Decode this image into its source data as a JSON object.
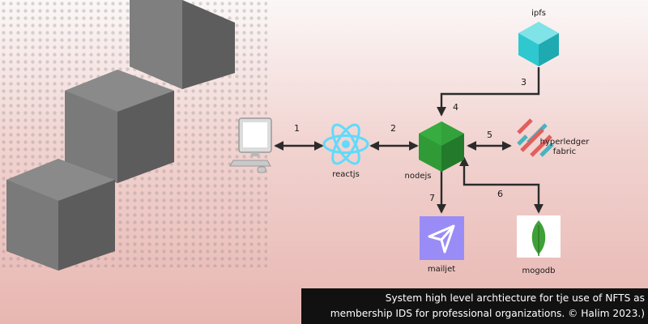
{
  "diagram": {
    "nodes": {
      "computer": {
        "label": ""
      },
      "reactjs": {
        "label": "reactjs"
      },
      "nodejs": {
        "label": "nodejs"
      },
      "ipfs": {
        "label": "ipfs"
      },
      "hyperledger": {
        "label_line1": "hyperledger",
        "label_line2": "fabric"
      },
      "mailjet": {
        "label": "mailjet"
      },
      "mongodb": {
        "label": "mogodb"
      }
    },
    "edges": [
      {
        "number": "1",
        "from": "computer",
        "to": "reactjs"
      },
      {
        "number": "2",
        "from": "reactjs",
        "to": "nodejs"
      },
      {
        "number": "3",
        "from": "ipfs",
        "to": "nodejs"
      },
      {
        "number": "4",
        "from": "ipfs",
        "to": "nodejs"
      },
      {
        "number": "5",
        "from": "nodejs",
        "to": "hyperledger"
      },
      {
        "number": "6",
        "from": "nodejs",
        "to": "mongodb"
      },
      {
        "number": "7",
        "from": "nodejs",
        "to": "mailjet"
      }
    ]
  },
  "caption": {
    "line1": "System high level archtiecture for tje use of NFTS as",
    "line2": "membership IDS for professional organizations. © Halim 2023.)"
  },
  "colors": {
    "ipfs": "#2fc8cf",
    "nodejs": "#2f9a36",
    "reactjs": "#61dafb",
    "mailjet": "#9a8cf7",
    "mongodb": "#3fa037",
    "hyperledger_red": "#e0605c",
    "hyperledger_teal": "#49b3c0",
    "cube_gray": "#7a7a7a"
  }
}
